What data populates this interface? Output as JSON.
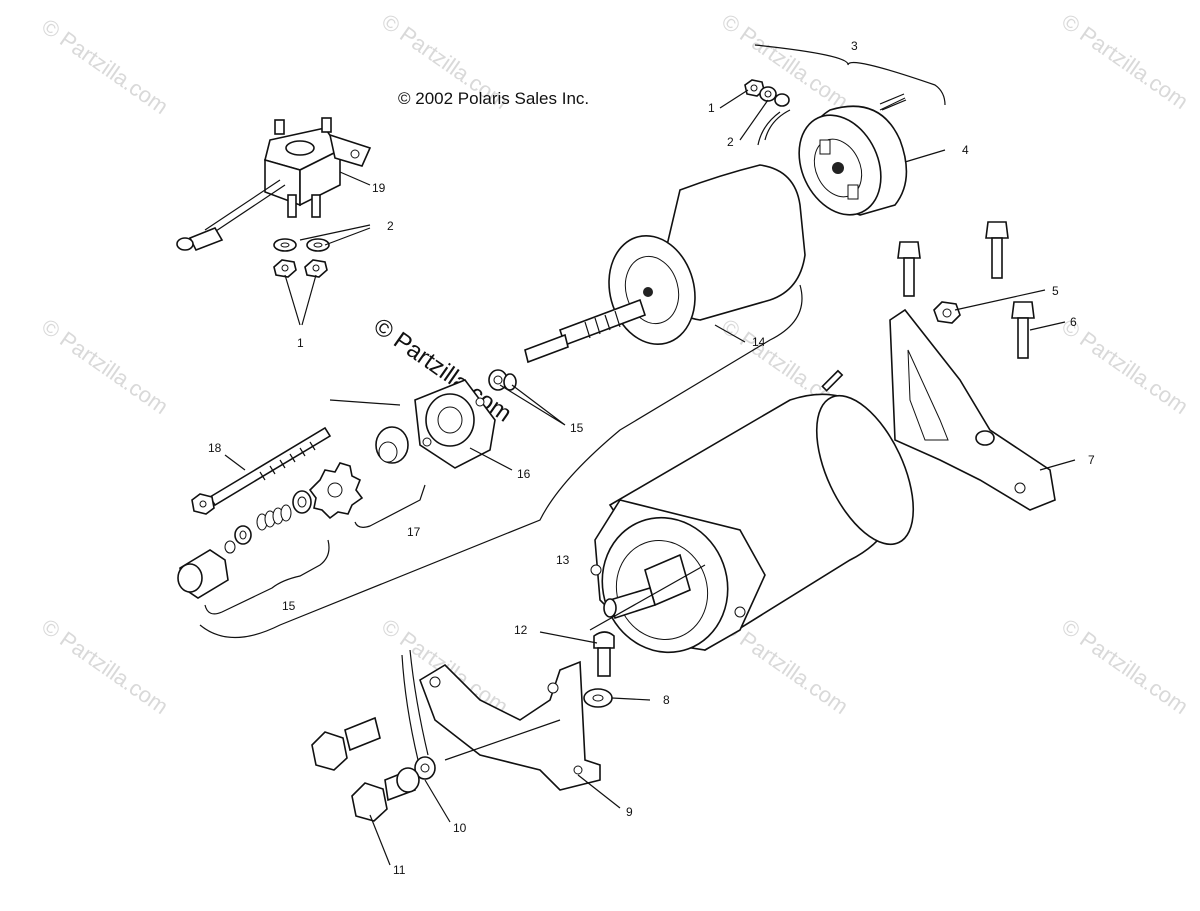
{
  "copyright": "© 2002 Polaris Sales Inc.",
  "watermark": "© Partzilla.com",
  "callouts": {
    "c1_top": "1",
    "c2_top": "2",
    "c3": "3",
    "c4": "4",
    "c5": "5",
    "c6": "6",
    "c7": "7",
    "c8": "8",
    "c9": "9",
    "c10": "10",
    "c11": "11",
    "c12": "12",
    "c13": "13",
    "c14": "14",
    "c15_mid": "15",
    "c15_low": "15",
    "c16": "16",
    "c17": "17",
    "c18": "18",
    "c19": "19",
    "c2_left": "2",
    "c1_left": "1"
  }
}
